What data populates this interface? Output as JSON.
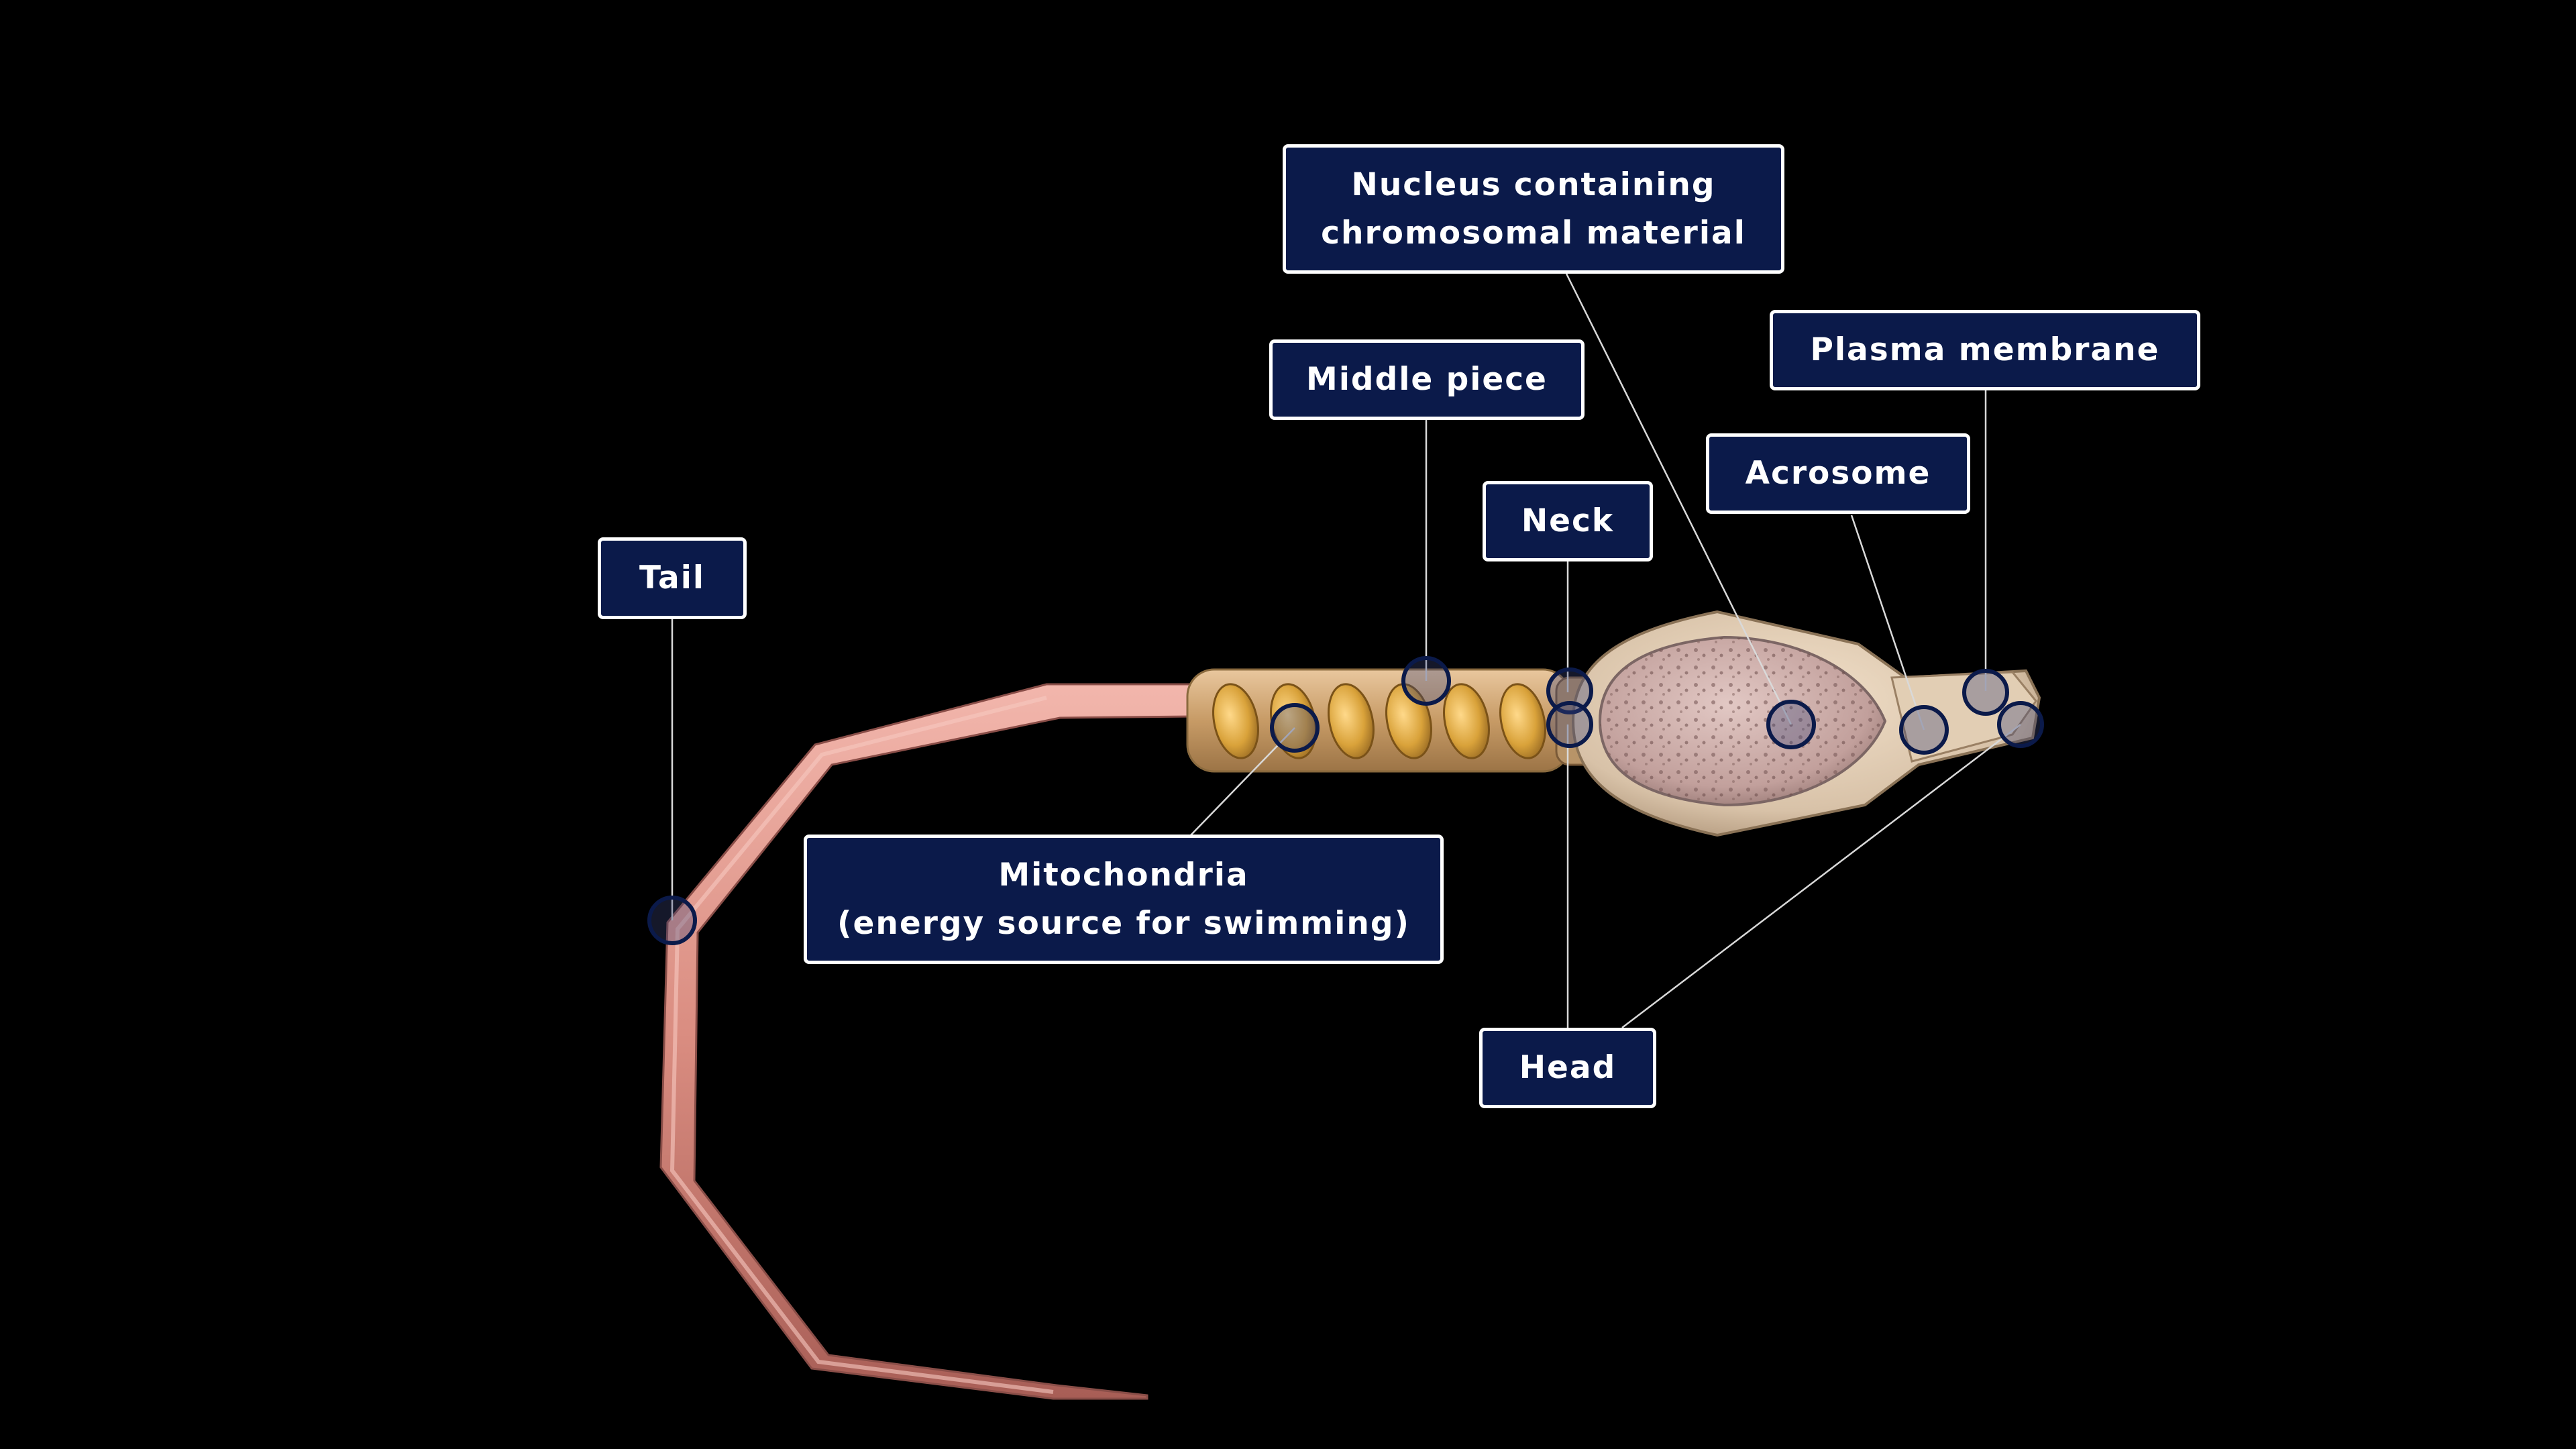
{
  "labels": {
    "nucleus": {
      "line1": "Nucleus containing",
      "line2": "chromosomal material"
    },
    "plasma_membrane": "Plasma membrane",
    "middle_piece": "Middle piece",
    "acrosome": "Acrosome",
    "neck": "Neck",
    "tail": "Tail",
    "mitochondria": {
      "line1": "Mitochondria",
      "line2": "(energy source for swimming)"
    },
    "head": "Head"
  },
  "colors": {
    "background": "#000000",
    "label_fill": "#0b1a4a",
    "label_border": "#ffffff",
    "leader_line": "#d9d9d9",
    "marker_ring": "#0b1a4a",
    "tail": "#d9938a",
    "midpiece": "#c79b66",
    "mitochondria": "#d9a23a",
    "head": "#d8c2a8",
    "nucleus": "#c8a8a8"
  }
}
